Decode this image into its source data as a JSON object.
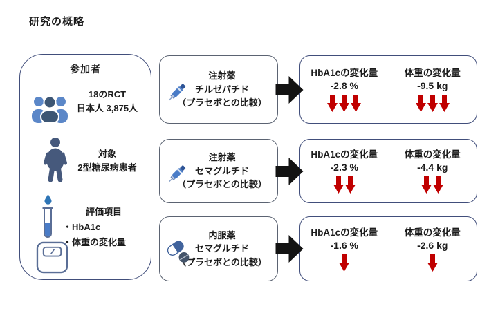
{
  "title": "研究の概略",
  "colors": {
    "accent_red": "#C00000",
    "border_navy": "#414E7B",
    "box_border_gray": "#5B6372",
    "icon_blue": "#4A7CC7",
    "icon_blue_light": "#5B87C8",
    "icon_blue_dark": "#2F5597",
    "icon_slate": "#46597C",
    "icon_dark_slate": "#3D5674",
    "icon_steel": "#5A6E96",
    "flow_black": "#131313",
    "text": "#1C1C1C"
  },
  "participants_panel": {
    "header": "参加者",
    "rct": {
      "line1": "18のRCT",
      "line2": "日本人 3,875人"
    },
    "target": {
      "line1": "対象",
      "line2": "2型糖尿病患者"
    },
    "endpoints": {
      "header": "評価項目",
      "bullet1": "・HbA1c",
      "bullet2": "・体重の変化量"
    }
  },
  "rows": [
    {
      "treatment": {
        "icon": "injection-pen-icon",
        "line1": "注射薬",
        "line2": "チルゼパチド",
        "line3": "（プラセボとの比較）"
      },
      "outcomes": [
        {
          "label": "HbA1cの変化量",
          "value": "-2.8 %",
          "arrows": 3
        },
        {
          "label": "体重の変化量",
          "value": "-9.5 kg",
          "arrows": 3
        }
      ]
    },
    {
      "treatment": {
        "icon": "injection-pen-icon",
        "line1": "注射薬",
        "line2": "セマグルチド",
        "line3": "（プラセボとの比較）"
      },
      "outcomes": [
        {
          "label": "HbA1cの変化量",
          "value": "-2.3 %",
          "arrows": 2
        },
        {
          "label": "体重の変化量",
          "value": "-4.4 kg",
          "arrows": 2
        }
      ]
    },
    {
      "treatment": {
        "icon": "oral-pills-icon",
        "line1": "内服薬",
        "line2": "セマグルチド",
        "line3": "（プラセボとの比較）"
      },
      "outcomes": [
        {
          "label": "HbA1cの変化量",
          "value": "-1.6 %",
          "arrows": 1
        },
        {
          "label": "体重の変化量",
          "value": "-2.6 kg",
          "arrows": 1
        }
      ]
    }
  ]
}
